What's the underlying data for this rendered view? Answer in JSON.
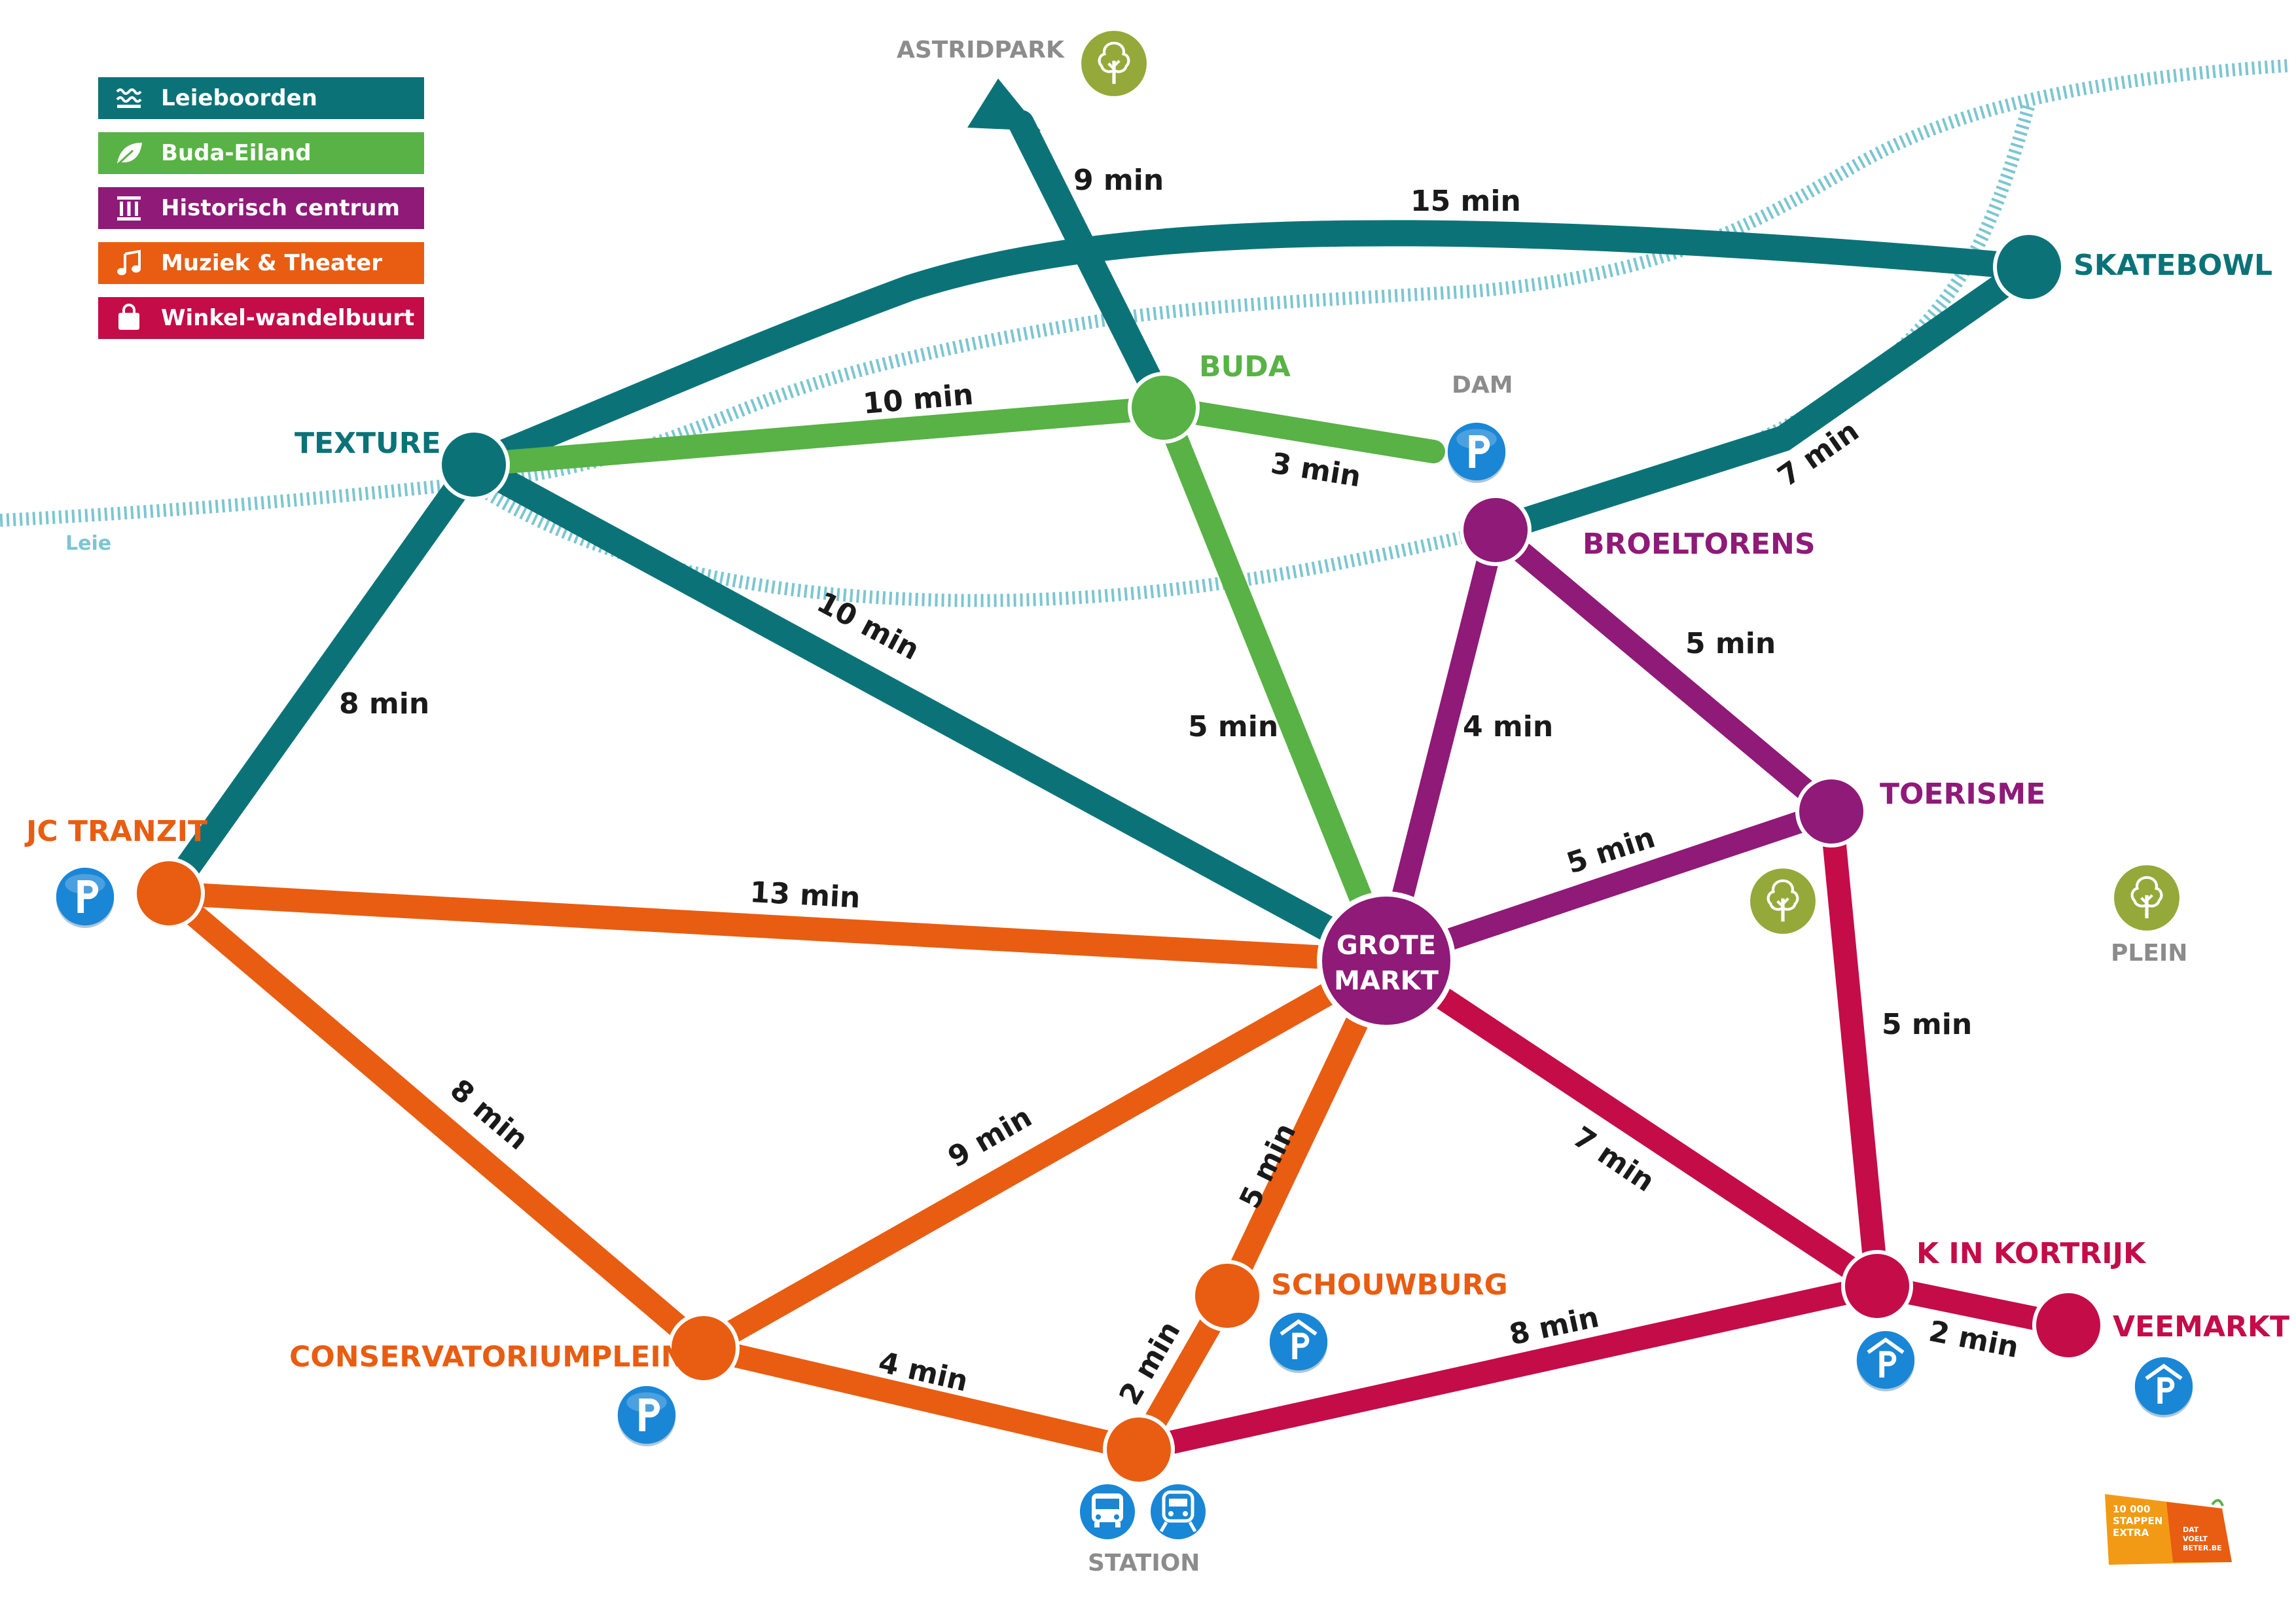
{
  "legend": [
    {
      "label": "Leieboorden",
      "color": "#0b7378",
      "icon": "waves-icon"
    },
    {
      "label": "Buda-Eiland",
      "color": "#58b245",
      "icon": "leaf-icon"
    },
    {
      "label": "Historisch centrum",
      "color": "#8f1a78",
      "icon": "columns-icon"
    },
    {
      "label": "Muziek & Theater",
      "color": "#e85d12",
      "icon": "music-note-icon"
    },
    {
      "label": "Winkel-wandelbuurt",
      "color": "#c40c49",
      "icon": "shopping-bag-icon"
    }
  ],
  "colors": {
    "teal": "#0b7378",
    "green": "#58b245",
    "purple": "#8f1a78",
    "orange": "#e85d12",
    "crimson": "#c40c49",
    "river": "#7dc6d0",
    "park": "#95a83a",
    "parking": "#1a86d6",
    "grey_label": "#8c8c8c"
  },
  "river": {
    "label": "Leie"
  },
  "stations": {
    "astridpark": "ASTRIDPARK",
    "skatebowl": "SKATEBOWL",
    "buda": "BUDA",
    "dam": "DAM",
    "texture": "TEXTURE",
    "broeltorens": "BROELTORENS",
    "toerisme": "TOERISME",
    "jc_tranzit": "JC TRANZIT",
    "grote_markt_1": "GROTE",
    "grote_markt_2": "MARKT",
    "plein": "PLEIN",
    "schouwburg": "SCHOUWBURG",
    "conservatoriumplein": "CONSERVATORIUMPLEIN",
    "k_in_kortrijk": "K IN KORTRIJK",
    "veemarkt": "VEEMARKT",
    "station": "STATION"
  },
  "durations": {
    "buda_astridpark": "9 min",
    "texture_skatebowl": "15 min",
    "texture_buda": "10 min",
    "buda_dam": "3 min",
    "broeltorens_skatebowl": "7 min",
    "texture_grote_markt": "10 min",
    "texture_jc_tranzit": "8 min",
    "buda_grote_markt": "5 min",
    "broeltorens_grote_markt": "4 min",
    "broeltorens_toerisme": "5 min",
    "grote_markt_toerisme": "5 min",
    "jc_tranzit_grote_markt": "13 min",
    "toerisme_k_in_kortrijk": "5 min",
    "jc_tranzit_conservatoriumplein": "8 min",
    "conservatoriumplein_grote_markt": "9 min",
    "grote_markt_schouwburg": "5 min",
    "grote_markt_k_in_kortrijk": "7 min",
    "conservatoriumplein_station": "4 min",
    "station_schouwburg": "2 min",
    "station_k_in_kortrijk": "8 min",
    "k_in_kortrijk_veemarkt": "2 min"
  },
  "parking_symbol": "P",
  "badge": {
    "line1": "10 000",
    "line2": "STAPPEN",
    "line3": "EXTRA",
    "line4": "DAT",
    "line5": "VOELT",
    "line6": "BETER.BE"
  }
}
